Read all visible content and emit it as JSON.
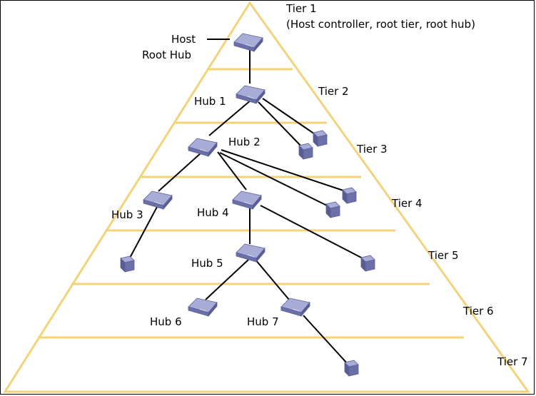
{
  "labels": {
    "host_line1": "Host",
    "host_line2": "Root Hub",
    "tier1_line1": "Tier 1",
    "tier1_line2": "(Host controller, root tier, root hub)",
    "tier2": "Tier 2",
    "tier3": "Tier 3",
    "tier4": "Tier 4",
    "tier5": "Tier 5",
    "tier6": "Tier 6",
    "tier7": "Tier 7",
    "hub1": "Hub 1",
    "hub2": "Hub 2",
    "hub3": "Hub 3",
    "hub4": "Hub 4",
    "hub5": "Hub 5",
    "hub6": "Hub 6",
    "hub7": "Hub 7"
  },
  "colors": {
    "pyramid_outline": "#f2d37a",
    "device_top": "#a9acd6",
    "device_side": "#6b70a8",
    "device_front": "#585d94",
    "edge": "#000000"
  },
  "icons": {
    "hub": "hub-device-icon",
    "function": "function-device-icon"
  }
}
